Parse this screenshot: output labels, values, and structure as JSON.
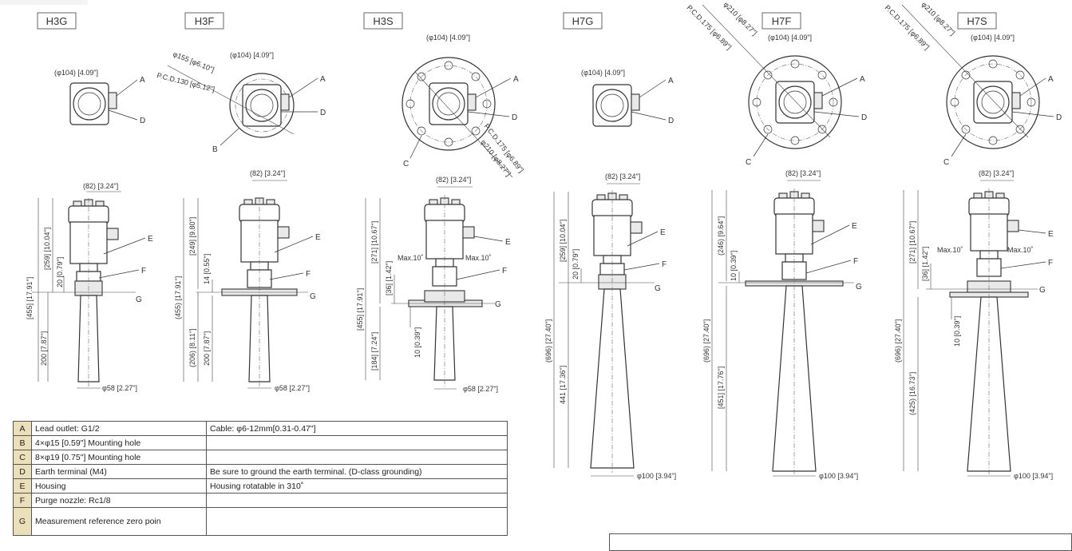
{
  "models": [
    {
      "id": "H3G",
      "label": "H3G"
    },
    {
      "id": "H3F",
      "label": "H3F"
    },
    {
      "id": "H3S",
      "label": "H3S"
    },
    {
      "id": "H7G",
      "label": "H7G"
    },
    {
      "id": "H7F",
      "label": "H7F"
    },
    {
      "id": "H7S",
      "label": "H7S"
    }
  ],
  "dims": {
    "housing_dia": "(φ104) [4.09\"]",
    "cable_width": "(82) [3.24\"]",
    "h3g_total": "[455] [17.91\"]",
    "h3g_upper": "[259] [10.04\"]",
    "h3g_20": "20 [0.79\"]",
    "h3g_200": "200 [7.87\"]",
    "h3g_tip": "φ58 [2.27\"]",
    "h3f_flange_od": "φ155 [φ6.10\"]",
    "h3f_pcd": "P.C.D.130 [φ5.12\"]",
    "h3f_total": "(455) [17.91\"]",
    "h3f_upper": "[249] [9.80\"]",
    "h3f_14": "14 [0.55\"]",
    "h3f_lower": "(206) [8.11\"]",
    "h3f_200": "200 [7.87\"]",
    "h3f_tip": "φ58 [2.27\"]",
    "h3s_pcd": "P.C.D.175 [φ6.89\"]",
    "h3s_od": "φ210 [φ8.27\"]",
    "h3s_total": "[455] [17.91\"]",
    "h3s_upper": "[271] [10.67\"]",
    "h3s_36": "[36] [1.42\"]",
    "h3s_lower": "[184] [7.24\"]",
    "h3s_10": "10 [0.39\"]",
    "h3s_tip": "φ58 [2.27\"]",
    "max_tilt": "Max.10˚",
    "h7g_total": "(696) [27.40\"]",
    "h7g_upper": "[259] [10.04\"]",
    "h7g_20": "20 [0.79\"]",
    "h7g_lower": "441 [17.36\"]",
    "h7f_od": "φ210 [φ8.27\"]",
    "h7f_pcd": "P.C.D.175 [φ6.89\"]",
    "h7f_total": "(696) [27.40\"]",
    "h7f_upper": "(246) [9.64\"]",
    "h7f_10": "10 [0.39\"]",
    "h7f_lower": "[451] [17.76\"]",
    "h7s_od": "φ210 [φ8.27\"]",
    "h7s_pcd": "P.C.D.175 [φ6.89\"]",
    "h7s_total": "(696) [27.40\"]",
    "h7s_upper": "[271] [10.67\"]",
    "h7s_36": "[36] [1.42\"]",
    "h7s_10": "10 [0.39\"]",
    "h7s_lower": "(425) [16.73\"]",
    "horn_tip_large": "φ100 [3.94\"]"
  },
  "callouts": {
    "A": "A",
    "B": "B",
    "C": "C",
    "D": "D",
    "E": "E",
    "F": "F",
    "G": "G"
  },
  "legend": [
    {
      "key": "A",
      "label": "Lead outlet: G1/2",
      "note": "Cable: φ6-12mm[0.31-0.47\"]"
    },
    {
      "key": "B",
      "label": "4×φ15 [0.59\"] Mounting hole",
      "note": ""
    },
    {
      "key": "C",
      "label": "8×φ19 [0.75\"] Mounting hole",
      "note": ""
    },
    {
      "key": "D",
      "label": "Earth terminal (M4)",
      "note": "Be sure to ground the earth terminal. (D-class grounding)"
    },
    {
      "key": "E",
      "label": "Housing",
      "note": "Housing rotatable in 310˚"
    },
    {
      "key": "F",
      "label": "Purge nozzle: Rc1/8",
      "note": ""
    },
    {
      "key": "G",
      "label": "Measurement reference zero poin",
      "note": ""
    }
  ],
  "colors": {
    "legend_key_bg": "#eadfb8",
    "line": "#333333"
  }
}
